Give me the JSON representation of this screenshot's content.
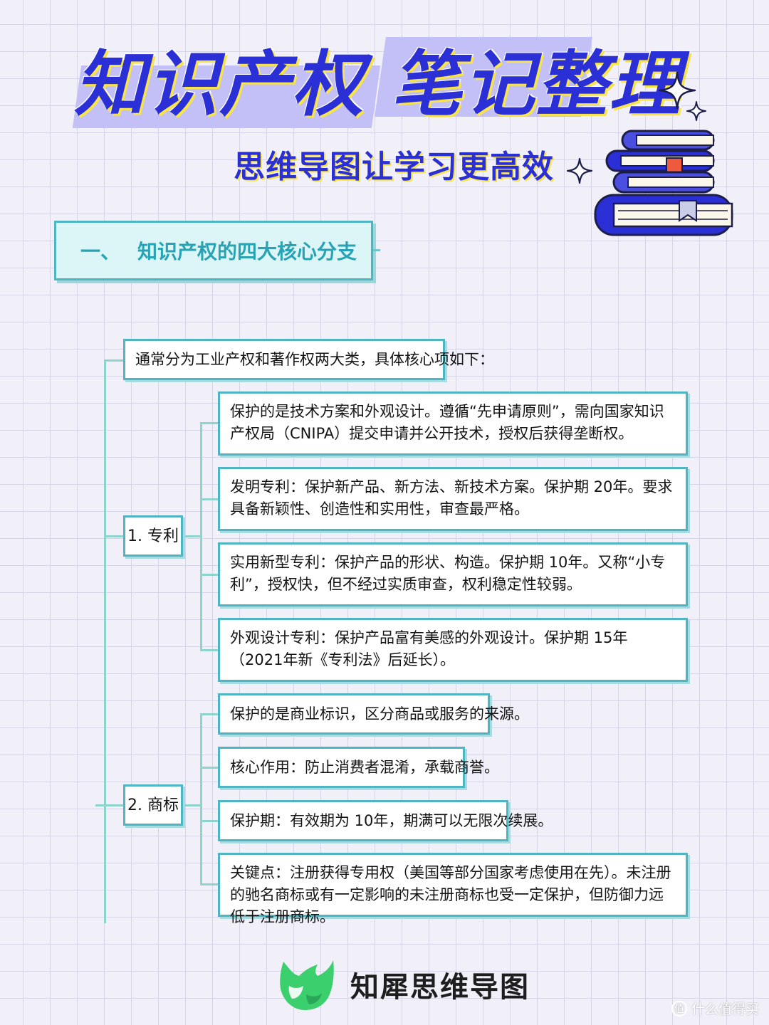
{
  "title": {
    "main_part1": "知识产权",
    "main_part2": "笔记整理",
    "subtitle": "思维导图让学习更高效"
  },
  "section": {
    "number": "一、",
    "title": "知识产权的四大核心分支"
  },
  "mindmap": {
    "root": "通常分为工业产权和著作权两大类，具体核心项如下：",
    "branches": [
      {
        "label": "1. 专利",
        "items": [
          "保护的是技术方案和外观设计。遵循“先申请原则”，需向国家知识产权局（CNIPA）提交申请并公开技术，授权后获得垄断权。",
          "发明专利：保护新产品、新方法、新技术方案。保护期 20年。要求具备新颖性、创造性和实用性，审查最严格。",
          "实用新型专利：保护产品的形状、构造。保护期 10年。又称“小专利”，授权快，但不经过实质审查，权利稳定性较弱。",
          "外观设计专利：保护产品富有美感的外观设计。保护期 15年（2021年新《专利法》后延长）。"
        ]
      },
      {
        "label": "2. 商标",
        "items": [
          "保护的是商业标识，区分商品或服务的来源。",
          "核心作用：防止消费者混淆，承载商誉。",
          "保护期：有效期为 10年，期满可以无限次续展。",
          "关键点：注册获得专用权（美国等部分国家考虑使用在先）。未注册的驰名商标或有一定影响的未注册商标也受一定保护，但防御力远低于注册商标。"
        ]
      }
    ]
  },
  "brand": {
    "name": "知犀思维导图"
  },
  "watermark": {
    "icon_text": "值",
    "text": "什么值得买"
  },
  "colors": {
    "title_blue": "#2b2fd6",
    "title_highlight": "#c2c0f6",
    "title_shadow_yellow": "#f7e34a",
    "teal_border": "#4fb5c3",
    "teal_text": "#27a3b5",
    "connector": "#8fd3cd",
    "grid_bg": "#f1f0f8",
    "brand_green": "#3ccf6e"
  },
  "icons": {
    "sparkles": "four-point-star-icon",
    "books": "book-stack-icon",
    "brand_logo": "rhino-logo-icon"
  }
}
